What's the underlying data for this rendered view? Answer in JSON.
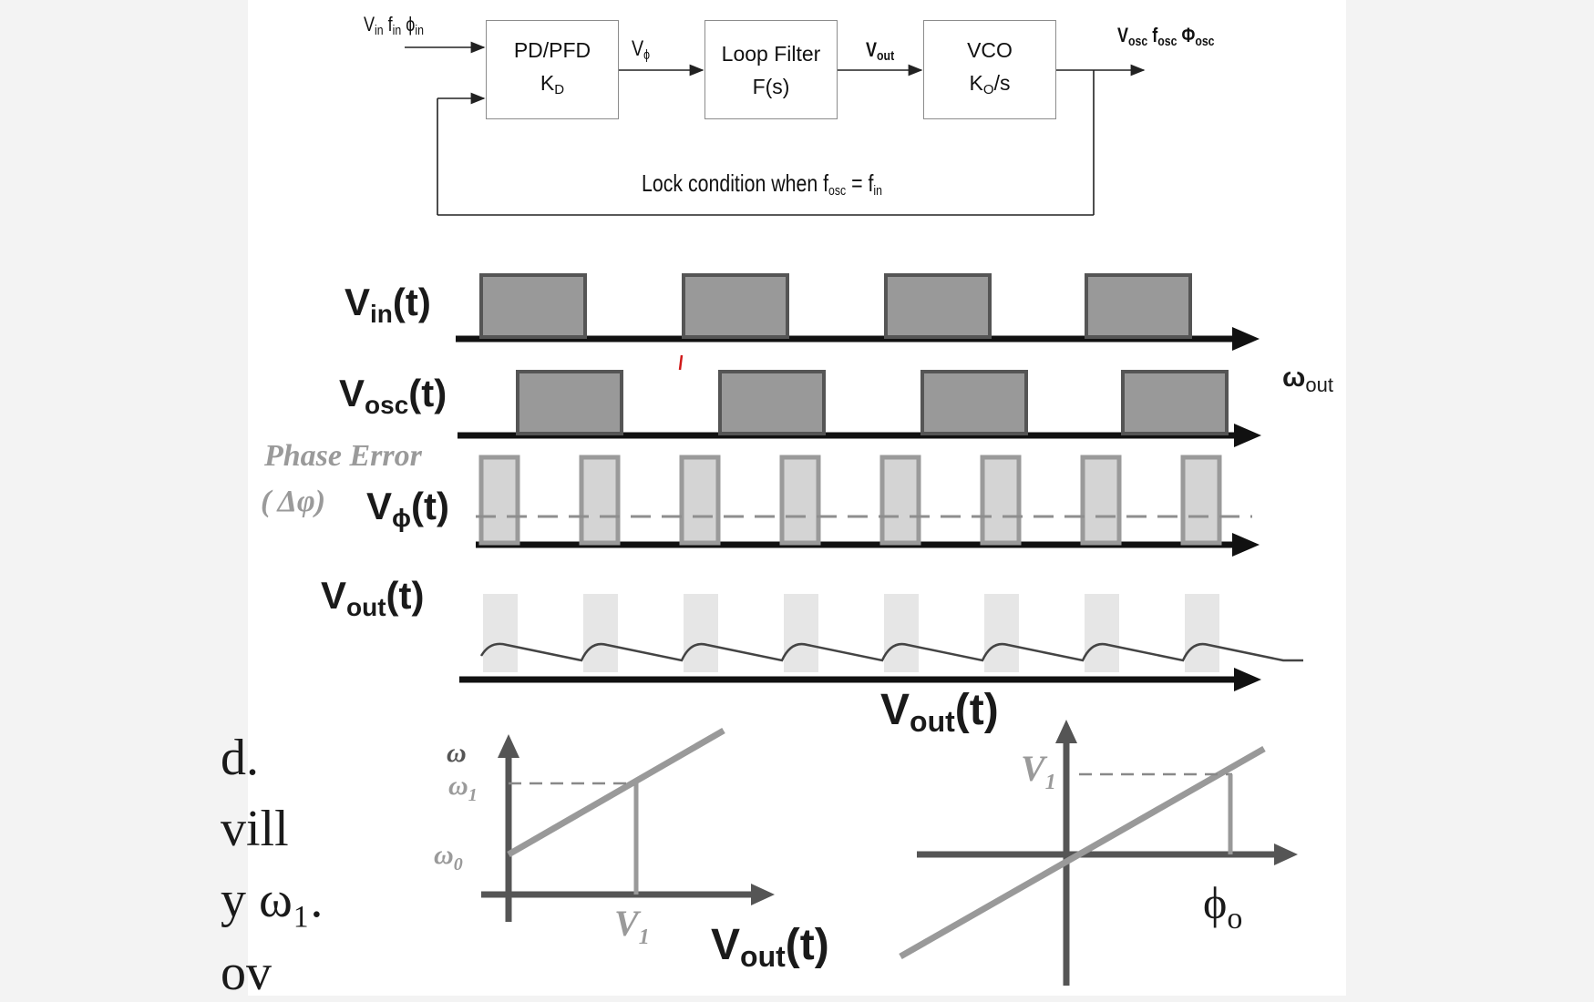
{
  "block_diagram": {
    "input_label": {
      "v": "V",
      "v_sub": "in",
      "f": "f",
      "f_sub": "in",
      "p": "ϕ",
      "p_sub": "in"
    },
    "blocks": [
      {
        "id": "pd",
        "line1": "PD/PFD",
        "line2": "K",
        "line2_sub": "D"
      },
      {
        "id": "lf",
        "line1": "Loop Filter",
        "line2": "F(s)",
        "line2_sub": ""
      },
      {
        "id": "vco",
        "line1": "VCO",
        "line2": "K",
        "line2_sub": "O",
        "line2_tail": "/s"
      }
    ],
    "signal_vphi": {
      "main": "V",
      "sub": "ϕ"
    },
    "signal_vout": {
      "main": "V",
      "sub": "out"
    },
    "output_label": {
      "v": "V",
      "v_sub": "osc",
      "f": "f",
      "f_sub": "osc",
      "p": "Φ",
      "p_sub": "osc"
    },
    "lock_text": {
      "pre": "Lock condition when f",
      "sub1": "osc",
      "mid": " = f",
      "sub2": "in"
    }
  },
  "waveforms": {
    "vin_label": {
      "main": "V",
      "sub": "in",
      "tail": "(t)"
    },
    "vosc_label": {
      "main": "V",
      "sub": "osc",
      "tail": "(t)"
    },
    "phase_error": {
      "line1": "Phase Error",
      "line2": "( Δφ)"
    },
    "vphi_label": {
      "main": "V",
      "sub": "ϕ",
      "tail": "(t)"
    },
    "vout_label": {
      "main": "V",
      "sub": "out",
      "tail": "(t)"
    },
    "omega_out": {
      "main": "ω",
      "sub": "out"
    }
  },
  "vco_graph": {
    "y_label": "ω",
    "w1": {
      "main": "ω",
      "sub": "1"
    },
    "w0": {
      "main": "ω",
      "sub": "0"
    },
    "v1": {
      "main": "V",
      "sub": "1"
    },
    "x_label": {
      "main": "V",
      "sub": "out",
      "tail": "(t)"
    }
  },
  "pd_graph": {
    "y_label": {
      "main": "V",
      "sub": "out",
      "tail": "(t)"
    },
    "v1": {
      "main": "V",
      "sub": "1"
    },
    "x_label": {
      "main": "ϕ",
      "sub": "o"
    }
  },
  "side_text": [
    "d.",
    "vill",
    "y ω₁.",
    "ov"
  ]
}
